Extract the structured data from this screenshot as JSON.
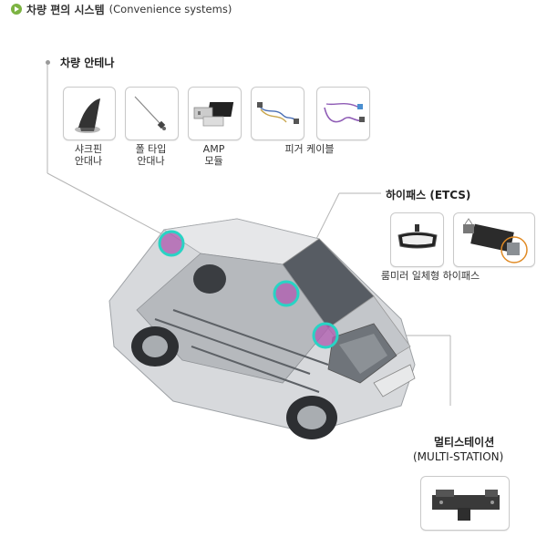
{
  "header": {
    "title": "차량 편의 시스템",
    "subtitle": "(Convenience systems)",
    "icon": "green-arrow-bullet-icon",
    "accent": "#7cb342"
  },
  "antenna": {
    "title": "차량 안테나",
    "items": [
      {
        "line1": "샤크핀",
        "line2": "안대나",
        "icon": "shark-fin-antenna-icon"
      },
      {
        "line1": "폴 타입",
        "line2": "안대나",
        "icon": "pole-antenna-icon"
      },
      {
        "line1": "AMP",
        "line2": "모듈",
        "icon": "amp-module-icon"
      },
      {
        "label": "피거 케이블",
        "icon": "pigtail-cable-icon"
      }
    ]
  },
  "hipass": {
    "title": "하이패스 (ETCS)",
    "caption": "룸미러 일체형 하이패스",
    "icons": [
      "room-mirror-icon",
      "hipass-module-icon"
    ]
  },
  "multistation": {
    "title_line1": "멀티스테이션",
    "title_line2": "(MULTI-STATION)",
    "icon": "multi-station-module-icon"
  },
  "colors": {
    "highlight_fill": "#b05fb0",
    "highlight_ring": "#29d3c4",
    "leader_line": "#a8a8a8"
  }
}
